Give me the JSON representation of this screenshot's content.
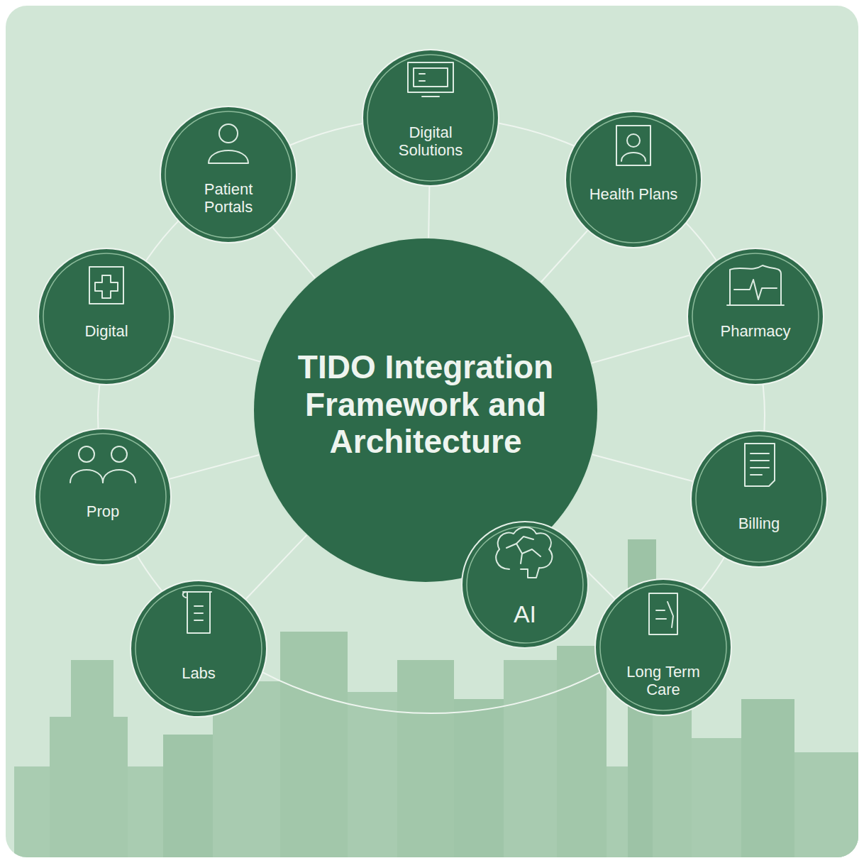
{
  "diagram": {
    "nodes": [
      {
        "text": [
          "TIDO Integration Framework and Architecture"
        ]
      },
      {
        "text": [
          "Patient Portals"
        ]
      },
      {
        "text": [
          "Digital Solutions"
        ]
      },
      {
        "text": [
          "Health Plans"
        ]
      },
      {
        "text": [
          "Digital"
        ]
      },
      {
        "text": [
          "Pharmacy"
        ]
      },
      {
        "text": [
          "Prop"
        ]
      },
      {
        "text": [
          "Billing"
        ]
      },
      {
        "text": [
          "AI"
        ]
      },
      {
        "text": [
          "Labs"
        ]
      },
      {
        "text": [
          "Long Term Care"
        ]
      }
    ],
    "edges": [
      {
        "from": 0,
        "to": 1,
        "arrow": "none"
      },
      {
        "from": 0,
        "to": 2,
        "arrow": "none"
      },
      {
        "from": 0,
        "to": 3,
        "arrow": "none"
      },
      {
        "from": 0,
        "to": 4,
        "arrow": "none"
      },
      {
        "from": 0,
        "to": 5,
        "arrow": "none"
      },
      {
        "from": 0,
        "to": 6,
        "arrow": "none"
      },
      {
        "from": 0,
        "to": 7,
        "arrow": "none"
      },
      {
        "from": 0,
        "to": 9,
        "arrow": "none"
      },
      {
        "from": 0,
        "to": 10,
        "arrow": "none"
      }
    ]
  }
}
